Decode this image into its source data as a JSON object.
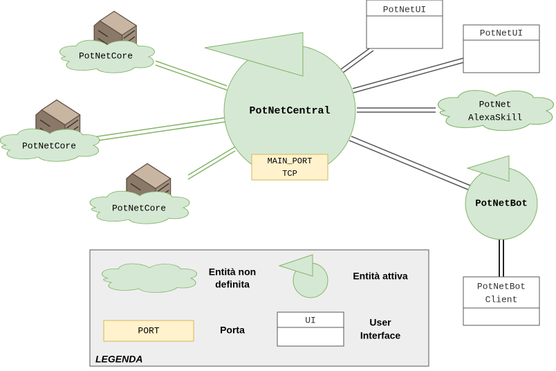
{
  "central": {
    "label": "PotNetCentral"
  },
  "port": {
    "line1": "MAIN_PORT",
    "line2": "TCP"
  },
  "cores": [
    {
      "label": "PotNetCore"
    },
    {
      "label": "PotNetCore"
    },
    {
      "label": "PotNetCore"
    }
  ],
  "uis": [
    {
      "label": "PotNetUI"
    },
    {
      "label": "PotNetUI"
    }
  ],
  "alexa": {
    "line1": "PotNet",
    "line2": "AlexaSkill"
  },
  "bot": {
    "label": "PotNetBot"
  },
  "bot_client": {
    "line1": "PotNetBot",
    "line2": "Client"
  },
  "legend": {
    "title": "LEGENDA",
    "undefined_entity": {
      "line1": "Entità non",
      "line2": "definita"
    },
    "active_entity": "Entità attiva",
    "port_sample": "PORT",
    "port_label": "Porta",
    "ui_sample": "UI",
    "ui_label": {
      "line1": "User",
      "line2": "Interface"
    }
  },
  "colors": {
    "green_fill": "#d5e8d4",
    "green_stroke": "#82b366",
    "yellow_fill": "#fff2cc",
    "yellow_stroke": "#d6b656",
    "gray_line": "#555555",
    "legend_bg": "#eeeeee"
  }
}
